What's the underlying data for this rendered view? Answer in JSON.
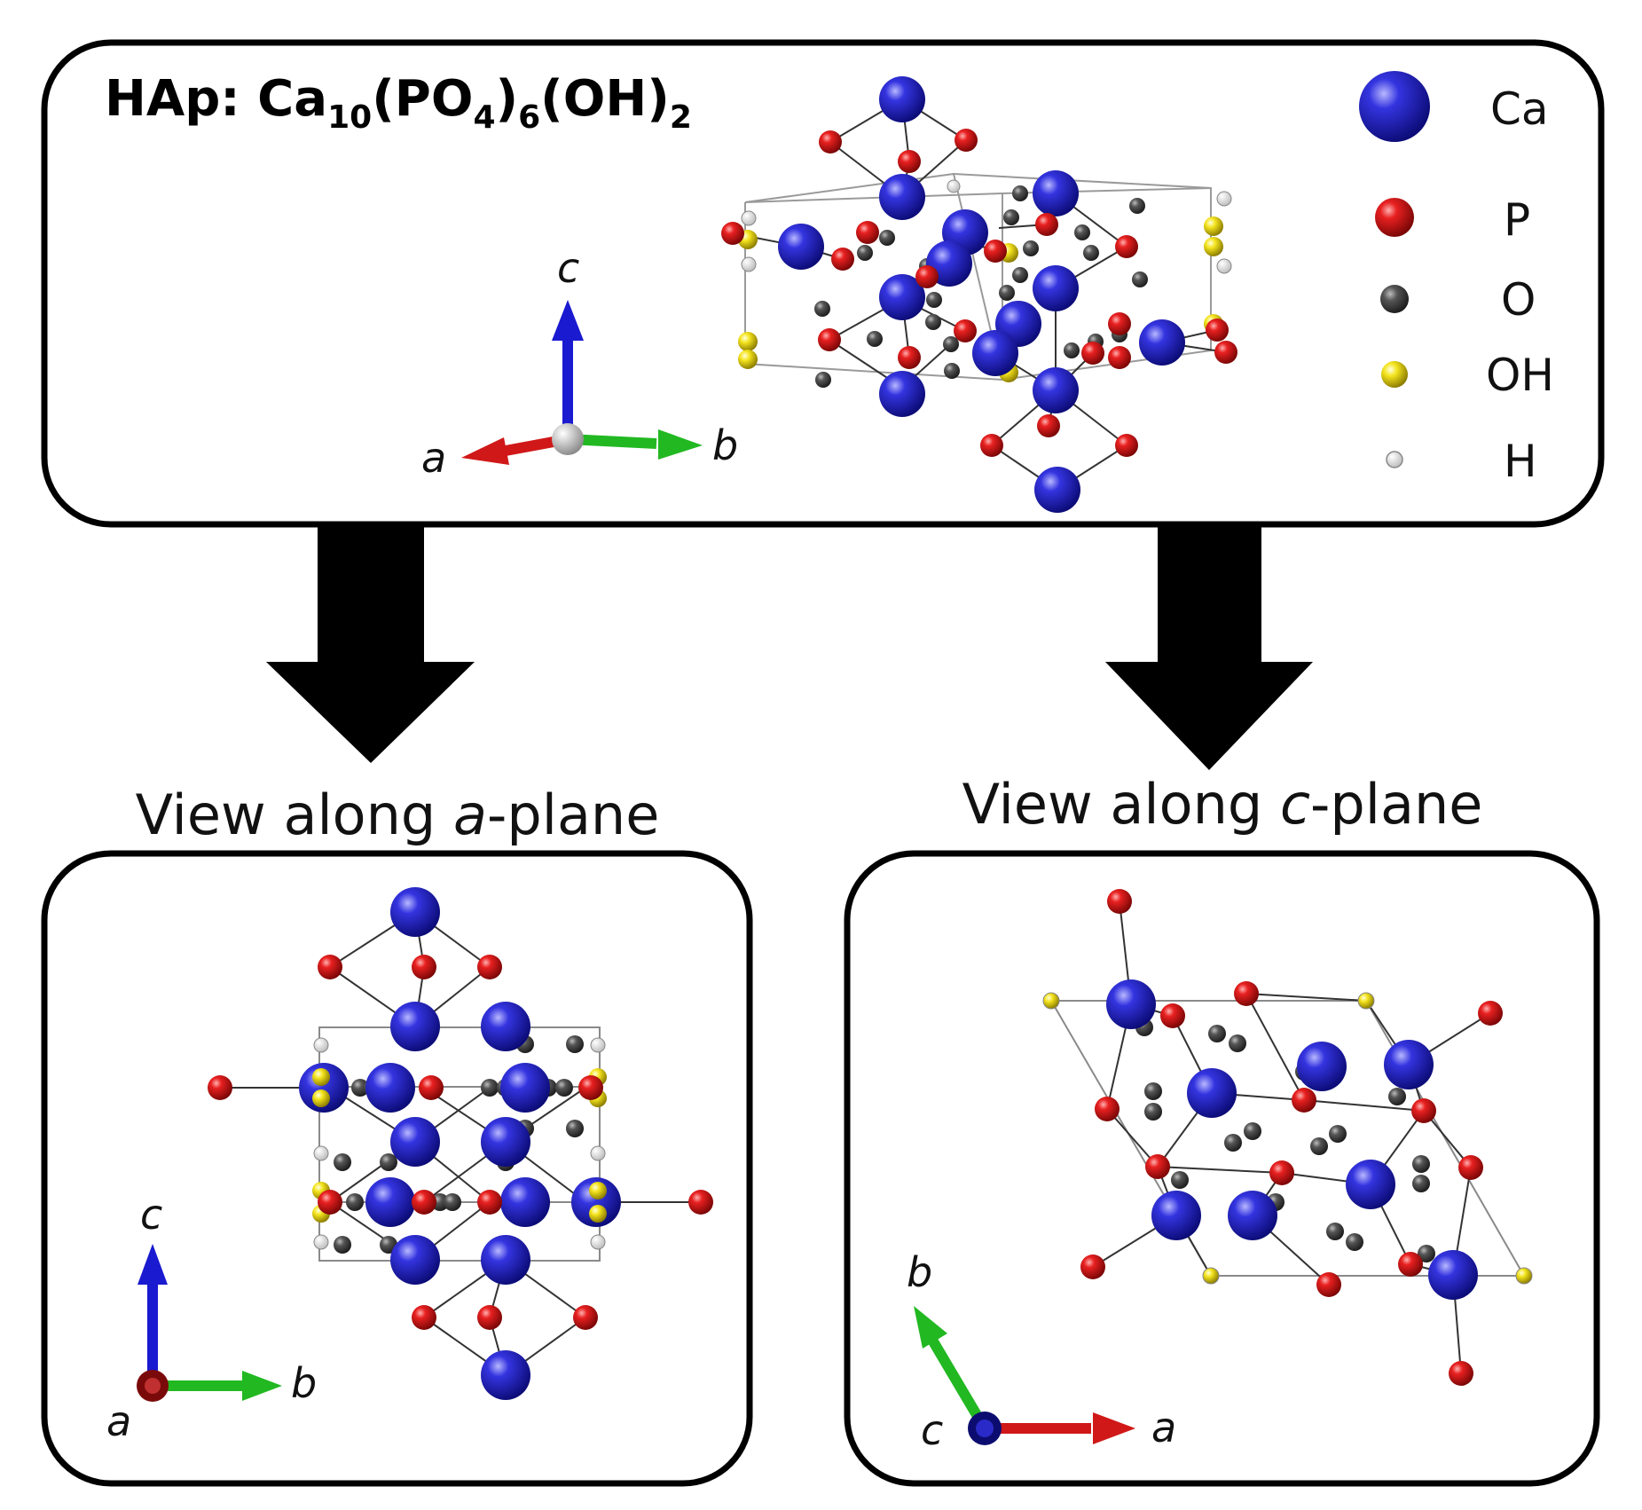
{
  "title": {
    "prefix": "HAp: Ca",
    "sub1": "10",
    "mid1": "(PO",
    "sub2": "4",
    "mid2": ")",
    "sub3": "6",
    "mid3": "(OH)",
    "sub4": "2"
  },
  "legend": [
    {
      "label": "Ca",
      "color": "#2525c8"
    },
    {
      "label": "P",
      "color": "#e01a1a"
    },
    {
      "label": "O",
      "color": "#4a4a4a"
    },
    {
      "label": "OH",
      "color": "#f2e21c"
    },
    {
      "label": "H",
      "color": "#ffffff"
    }
  ],
  "axes": {
    "a": "a",
    "b": "b",
    "c": "c"
  },
  "views": [
    {
      "prefix": "View along ",
      "axis": "a",
      "suffix": "-plane"
    },
    {
      "prefix": "View along ",
      "axis": "c",
      "suffix": "-plane"
    }
  ],
  "colors": {
    "calcium": "#2525c8",
    "phosphorus": "#e01a1a",
    "oxygen": "#4a4a4a",
    "hydroxyl": "#f2e21c",
    "hydrogen": "#ffffff",
    "axis_a": "#d01818",
    "axis_b": "#22b822",
    "axis_c": "#1a1ad0",
    "border": "#000000"
  }
}
